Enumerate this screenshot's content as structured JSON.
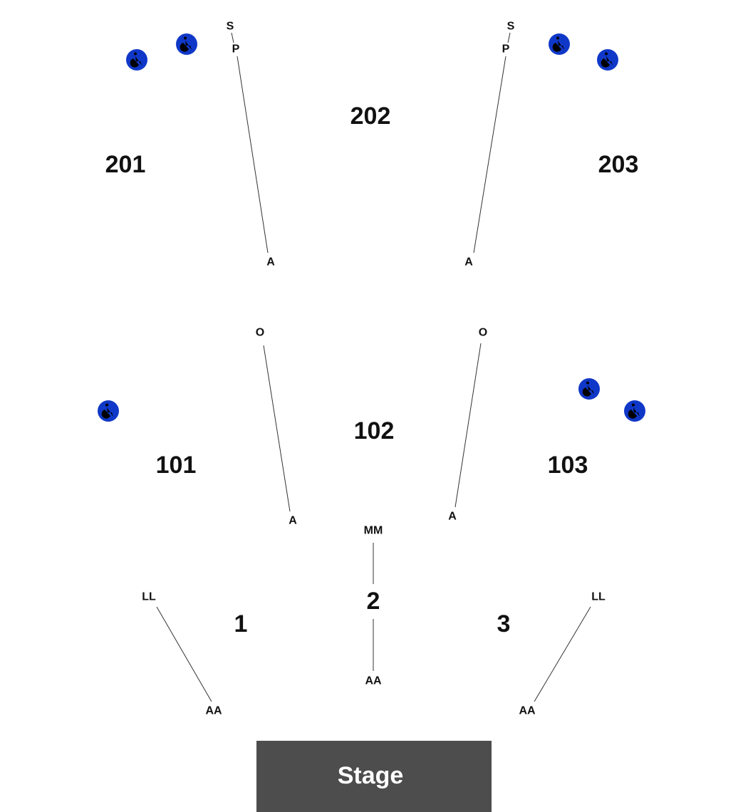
{
  "map": {
    "sections": {
      "s201": "201",
      "s202": "202",
      "s203": "203",
      "s101": "101",
      "s102": "102",
      "s103": "103",
      "s1": "1",
      "s2": "2",
      "s3": "3"
    },
    "rows": {
      "s201_top_s": "S",
      "s201_top_p": "P",
      "s201_bottom": "A",
      "s203_top_s": "S",
      "s203_top_p": "P",
      "s203_bottom": "A",
      "s101_top": "O",
      "s101_bottom": "A",
      "s103_top": "O",
      "s103_bottom": "A",
      "s2_top": "MM",
      "s2_bottom": "AA",
      "s1_top": "LL",
      "s1_bottom": "AA",
      "s3_top": "LL",
      "s3_bottom": "AA"
    },
    "stage": {
      "label": "Stage",
      "color": "#4d4d4d"
    },
    "accessibility": {
      "icon": "wheelchair-icon",
      "color": "#1038c8"
    }
  }
}
